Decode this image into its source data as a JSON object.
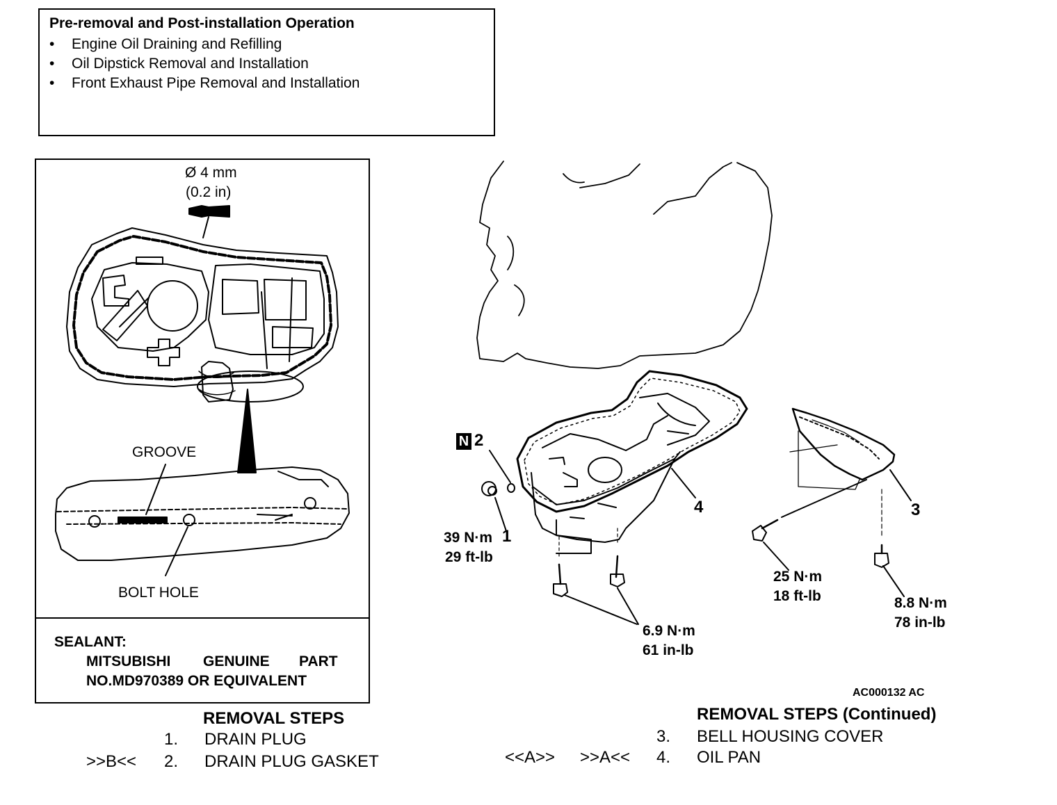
{
  "pre_operation": {
    "title": "Pre-removal and Post-installation Operation",
    "items": [
      "Engine Oil Draining and Refilling",
      "Oil Dipstick Removal and Installation",
      "Front Exhaust Pipe Removal and Installation"
    ]
  },
  "detail": {
    "diameter": "Ø 4 mm",
    "diameter_in": "(0.2 in)",
    "groove_label": "GROOVE",
    "bolt_hole_label": "BOLT HOLE",
    "sealant_title": "SEALANT:",
    "sealant_line1_words": [
      "MITSUBISHI",
      "GENUINE",
      "PART"
    ],
    "sealant_line2": "NO.MD970389 OR EQUIVALENT"
  },
  "callouts": {
    "part1": "1",
    "part2": "2",
    "part2_badge": "N",
    "part3": "3",
    "part4": "4",
    "torque_drain_nm": "39 N·m",
    "torque_drain_ftlb": "29 ft-lb",
    "torque_pan_nm": "6.9 N·m",
    "torque_pan_inlb": "61 in-lb",
    "torque_bell_nm": "25 N·m",
    "torque_bell_ftlb": "18 ft-lb",
    "torque_cover_nm": "8.8 N·m",
    "torque_cover_inlb": "78 in-lb",
    "figure_code": "AC000132 AC"
  },
  "removal_steps": {
    "title": "REMOVAL STEPS",
    "steps": [
      {
        "ref": "",
        "num": "1.",
        "name": "DRAIN PLUG"
      },
      {
        "ref": ">>B<<",
        "num": "2.",
        "name": "DRAIN PLUG GASKET"
      }
    ]
  },
  "removal_steps_continued": {
    "title": "REMOVAL STEPS (Continued)",
    "steps": [
      {
        "ref1": "",
        "ref2": "",
        "num": "3.",
        "name": "BELL HOUSING COVER"
      },
      {
        "ref1": "<<A>>",
        "ref2": ">>A<<",
        "num": "4.",
        "name": "OIL PAN"
      }
    ]
  }
}
